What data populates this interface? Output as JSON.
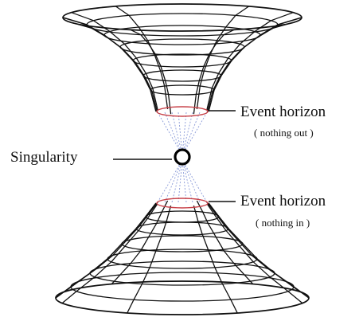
{
  "diagram": {
    "labels": {
      "singularity": "Singularity",
      "event_horizon_top": "Event horizon",
      "event_horizon_top_note": "( nothing out )",
      "event_horizon_bottom": "Event horizon",
      "event_horizon_bottom_note": "( nothing in )"
    },
    "colors": {
      "mesh": "#111111",
      "horizon_ring": "#c8434a",
      "throat_lines": "#8a9ad8",
      "label_text": "#111111",
      "singularity_fill": "#ffffff"
    }
  }
}
